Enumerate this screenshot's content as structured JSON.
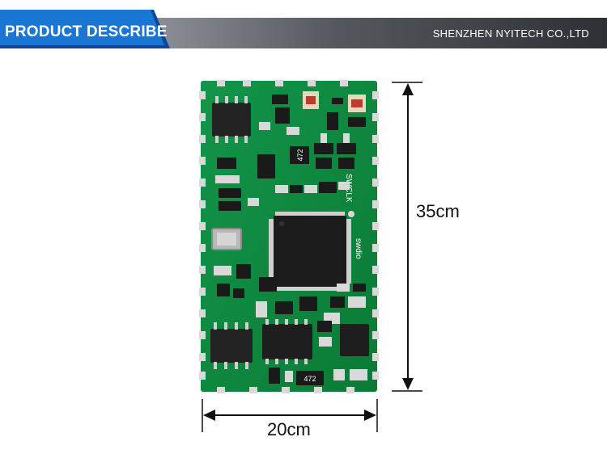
{
  "header": {
    "section_title": "PRODUCT DESCRIBE",
    "company": "SHENZHEN NYITECH CO.,LTD",
    "tab_color": "#1565c0"
  },
  "product": {
    "board_color": "#0e8a3e",
    "silkscreen": {
      "resistor_top": "472",
      "swclk": "SWCLK",
      "swdio": "swdio",
      "resistor_bottom": "472"
    }
  },
  "dimensions": {
    "height": "35cm",
    "width": "20cm"
  }
}
